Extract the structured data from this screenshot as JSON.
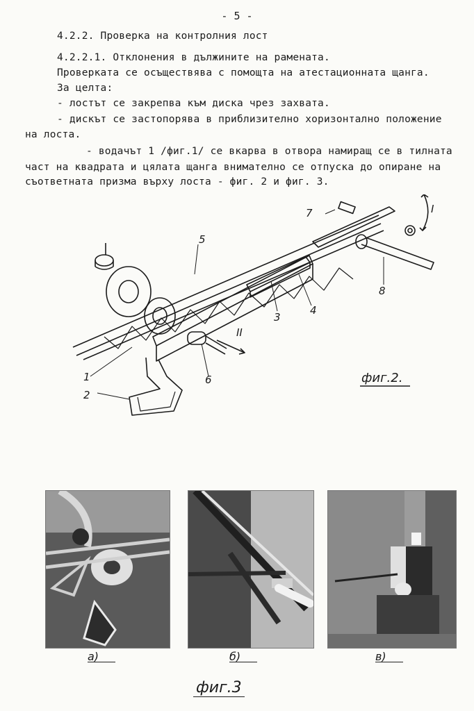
{
  "page_number": "- 5 -",
  "lines": [
    "4.2.2. Проверка на контролния лост",
    "4.2.2.1. Отклонения в дължините на рамената.",
    "Проверката се осъществява с помощта на атестационната щанга.",
    "За целта:",
    "- лостът се закрепва към диска чрез захвата.",
    "- дискът се застопорява в приблизително хоризонтално положение",
    "на лоста.",
    "- водачът 1 /фиг.1/ се вкарва в отвора намиращ се в тилната",
    "част на квадрата и цялата щанга внимателно се отпуска до опиране на",
    "съответната призма върху лоста  - фиг. 2 и фиг. 3."
  ],
  "figure2": {
    "caption": "фиг.2.",
    "callouts": [
      "1",
      "2",
      "3",
      "4",
      "5",
      "6",
      "7",
      "8"
    ],
    "arrows": [
      "I",
      "II"
    ]
  },
  "figure3": {
    "caption": "фиг.3",
    "photos": [
      {
        "label": "а)"
      },
      {
        "label": "б)"
      },
      {
        "label": "в)"
      }
    ]
  }
}
